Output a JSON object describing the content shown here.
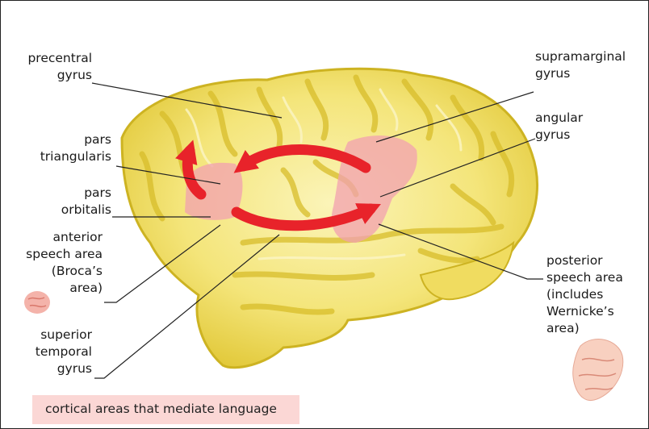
{
  "labels": {
    "precentral_gyrus": [
      "precentral",
      "gyrus"
    ],
    "supramarginal_gyrus": [
      "supramarginal",
      "gyrus"
    ],
    "angular_gyrus": [
      "angular",
      "gyrus"
    ],
    "pars_triangularis": [
      "pars",
      "triangularis"
    ],
    "pars_orbitalis": [
      "pars",
      "orbitalis"
    ],
    "anterior_speech_area": [
      "anterior",
      "speech area",
      "(Broca’s",
      "area)"
    ],
    "superior_temporal_gyrus": [
      "superior",
      "temporal",
      "gyrus"
    ],
    "posterior_speech_area": [
      "posterior",
      "speech area",
      "(includes",
      "Wernicke’s",
      "area)"
    ]
  },
  "caption": "cortical areas that mediate language",
  "colors": {
    "brain_fill": "#f3e46e",
    "brain_outline": "#c7ae1c",
    "highlight": "#f2a0b0",
    "arrow": "#e8232a",
    "caption_bg": "#fbd7d5"
  }
}
